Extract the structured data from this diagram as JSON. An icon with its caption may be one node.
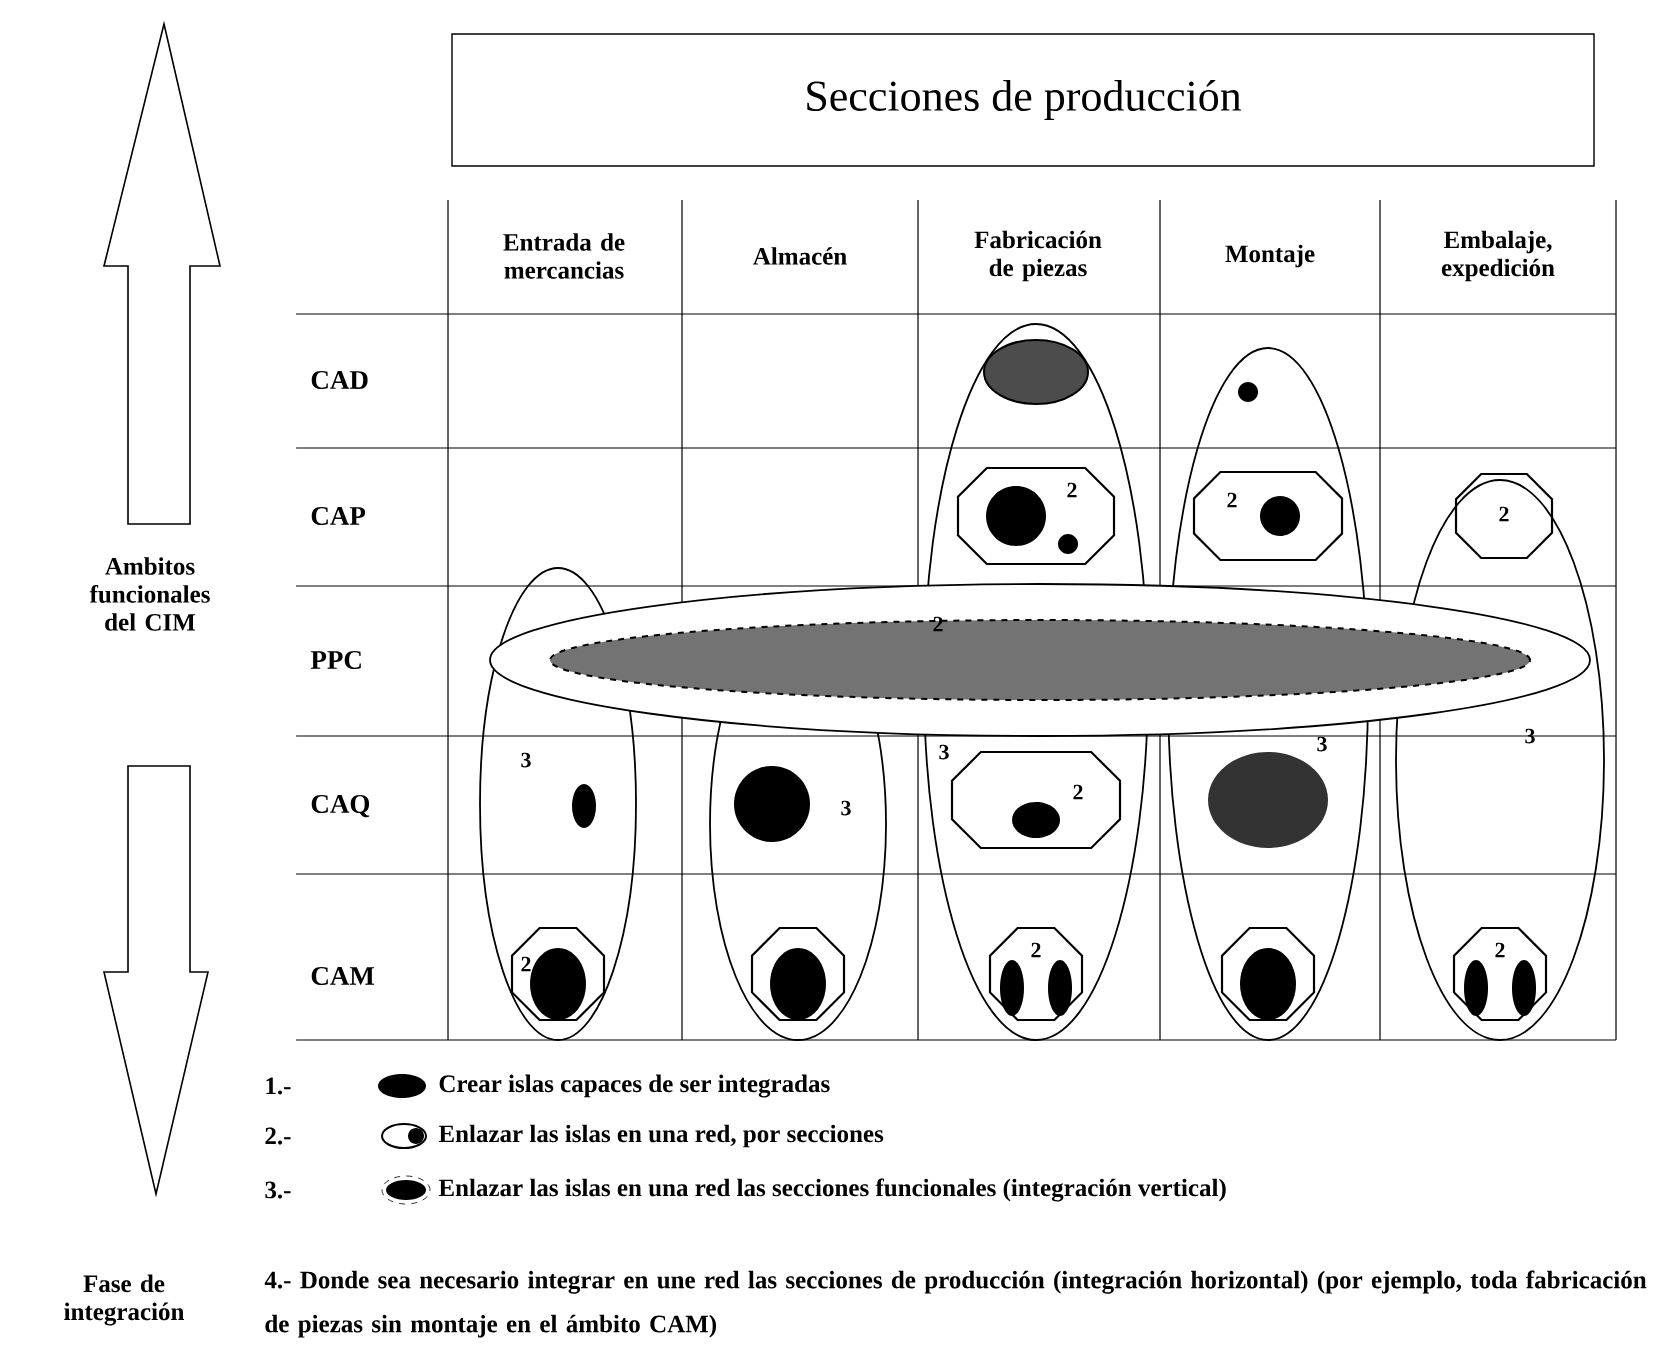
{
  "diagram": {
    "nodes": [
      {
        "text": [
          "Secciones de producción"
        ]
      }
    ],
    "edges": [],
    "labels": [
      "Entrada de mercancias",
      "Almacén",
      "Fabricación de piezas",
      "Montaje",
      "Embalaje, expedición",
      "CAD",
      "CAP",
      "2",
      "2",
      "2",
      "Ambitos funcionales del CIM",
      "PPC",
      "2",
      "CAQ",
      "3",
      "3",
      "3",
      "2",
      "3",
      "3",
      "CAM",
      "2",
      "2",
      "2",
      "1.-",
      "2.-",
      "3.-",
      "Fase de integración",
      "4.- Donde sea necesario integrar en une red las secciones de producción (integración horizontal) (por ejemplo, toda fabricación de piezas sin montaje en el ámbito CAM)"
    ],
    "legend": [
      {
        "text": "Crear islas capaces de ser integradas"
      },
      {
        "text": "Enlazar las islas en una red, por secciones"
      },
      {
        "text": "Enlazar las islas en una red las secciones funcionales (integración vertical)"
      }
    ]
  }
}
